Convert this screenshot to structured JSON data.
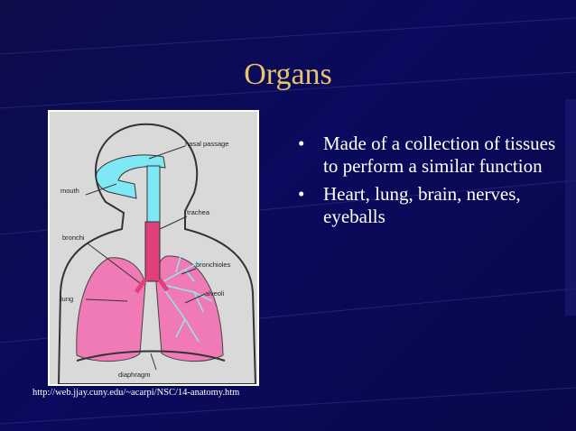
{
  "slide": {
    "title": "Organs",
    "bullets": [
      {
        "marker": "•",
        "text": "Made of a collection of tissues to perform a similar function"
      },
      {
        "marker": "•",
        "text": "Heart, lung, brain, nerves, eyeballs"
      }
    ],
    "source_url": "http://web.jjay.cuny.edu/~acarpi/NSC/14-anatomy.htm"
  },
  "diagram": {
    "labels": {
      "nasal_passage": "nasal passage",
      "mouth": "mouth",
      "trachea": "trachea",
      "bronchi": "bronchi",
      "bronchioles": "bronchioles",
      "alveoli": "alveoli",
      "lung": "lung",
      "diaphragm": "diaphragm"
    }
  },
  "colors": {
    "background": "#0a0a5e",
    "title": "#e8c36a",
    "text": "#ffffff",
    "airway": "#7fe8f5",
    "lung": "#f07ab5",
    "trachea": "#e0407a"
  }
}
